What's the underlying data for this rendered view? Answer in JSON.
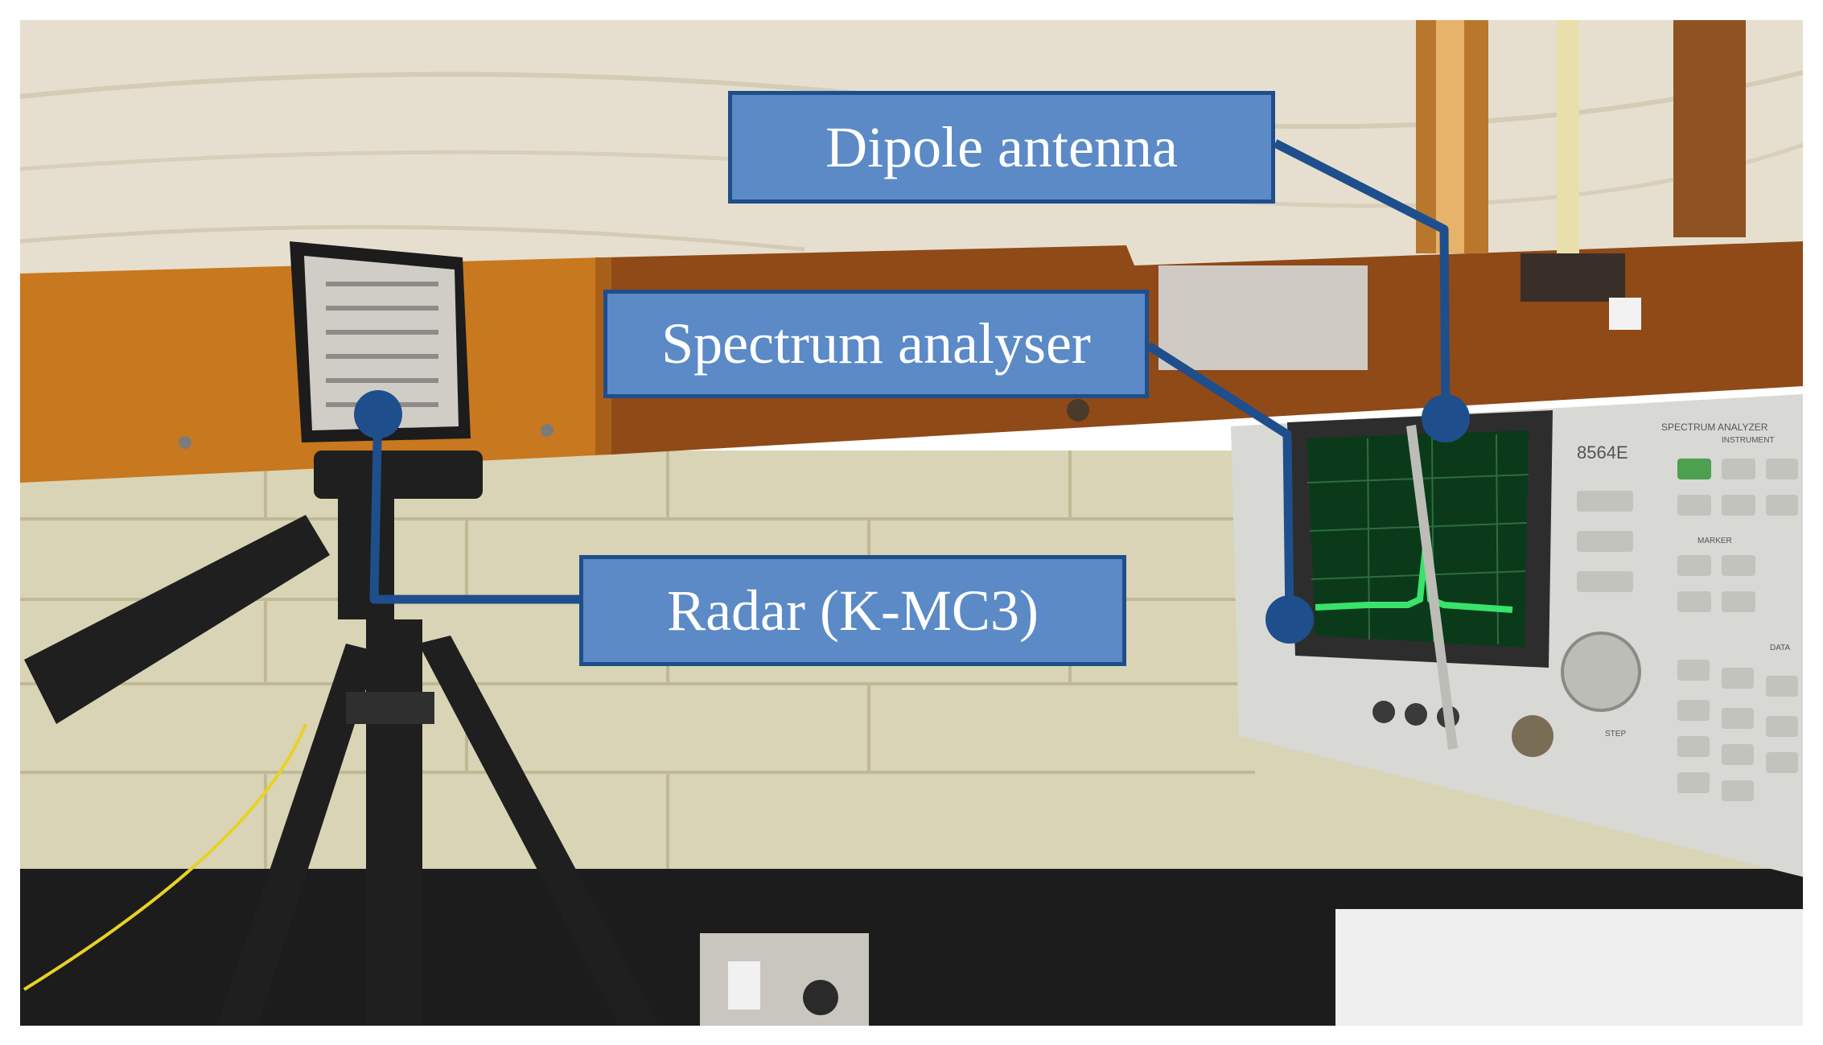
{
  "labels": {
    "dipole": "Dipole antenna",
    "spectrum": "Spectrum analyser",
    "radar": "Radar (K-MC3)"
  },
  "instrument": {
    "model": "8564E",
    "title": "SPECTRUM ANALYZER",
    "subtitle": "INSTRUMENT",
    "marker": "MARKER",
    "data": "DATA",
    "step": "STEP"
  },
  "colors": {
    "label_fill": "#5b8ac6",
    "label_border": "#1f4e8c",
    "connector": "#1f4e8c",
    "wall": "#dcd7b8",
    "wood_panel": "#e8e1d2",
    "shelf": "#b0651a",
    "screen": "#0a3a1a",
    "trace": "#39e36b"
  },
  "icons": {
    "connector_end": "dot-marker"
  }
}
